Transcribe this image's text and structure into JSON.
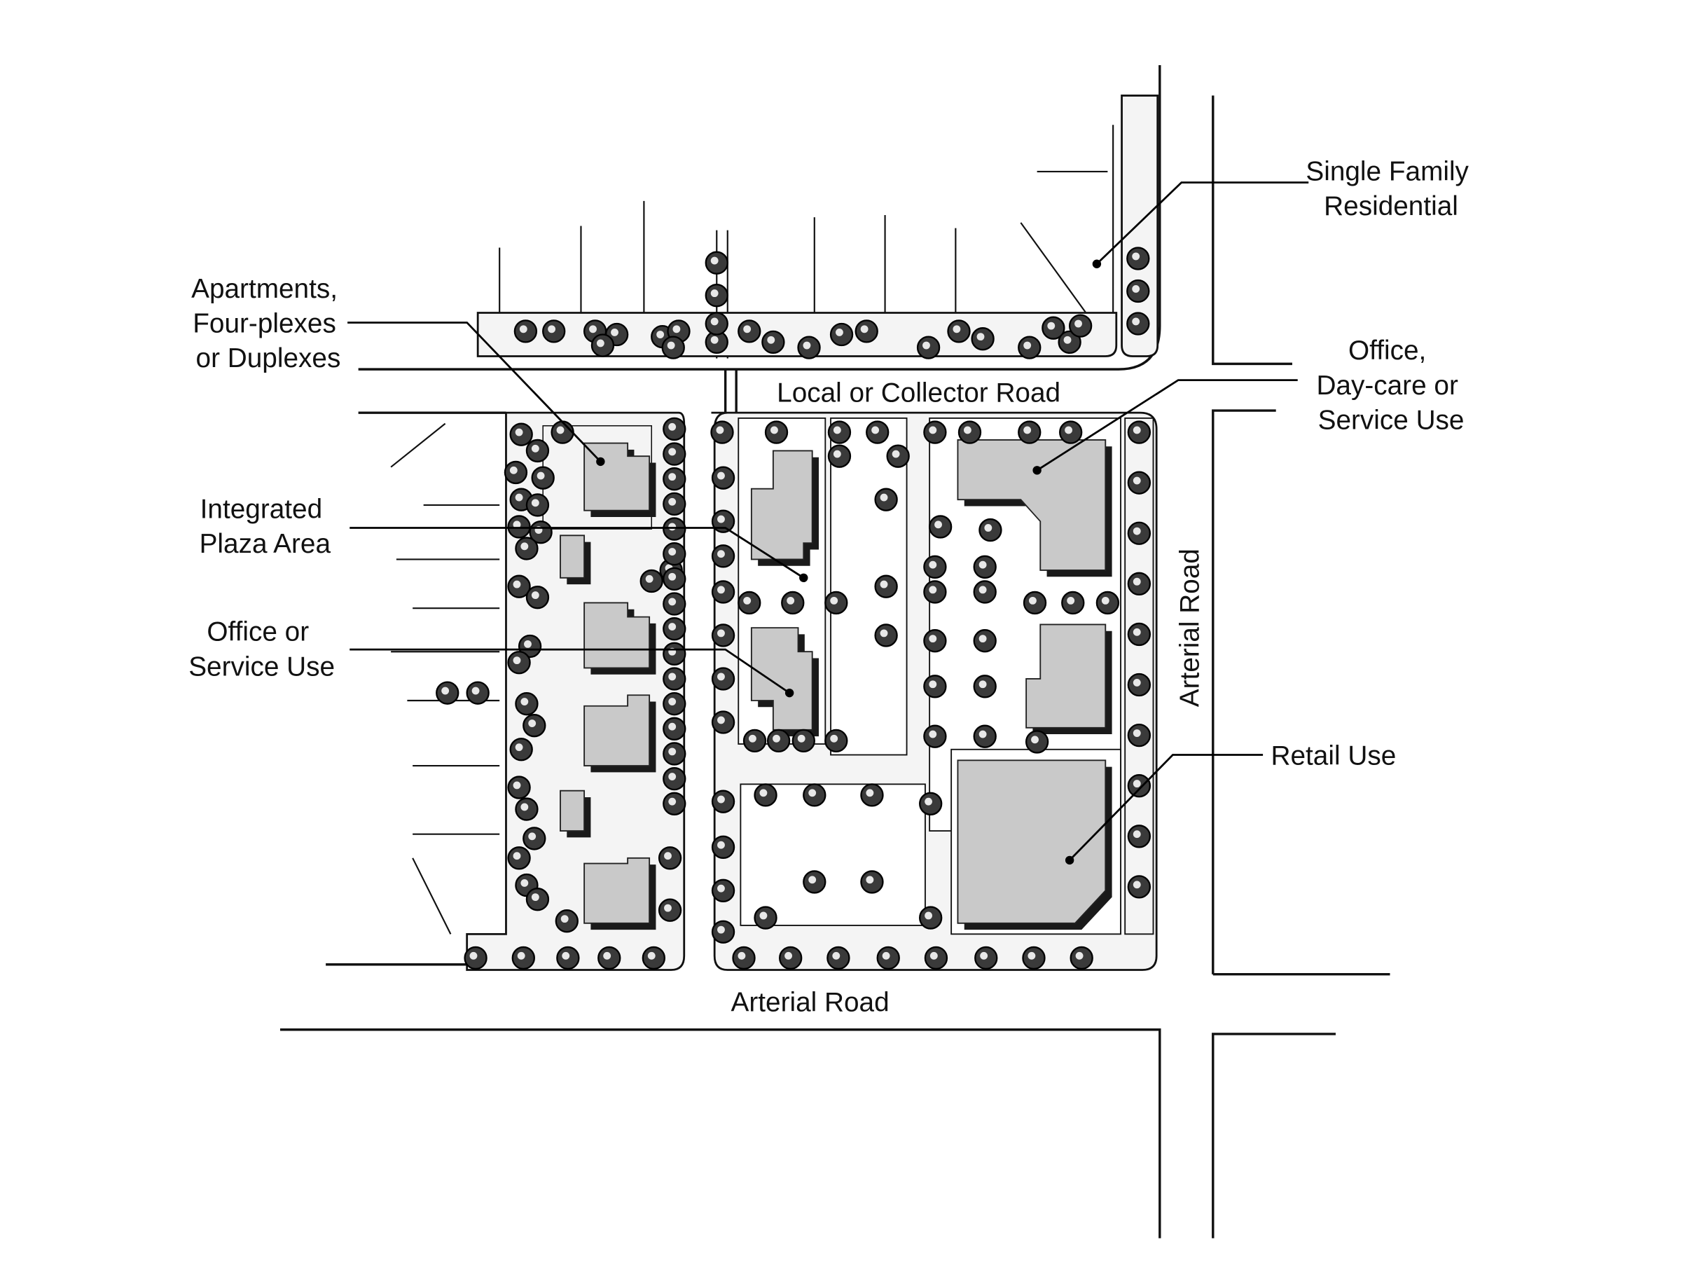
{
  "title": "Mixed-use site plan diagram",
  "labels": {
    "single_family": [
      "Single Family",
      "Residential"
    ],
    "apartments": [
      "Apartments,",
      "Four-plexes",
      "or Duplexes"
    ],
    "plaza": [
      "Integrated",
      "Plaza Area"
    ],
    "office_service": [
      "Office or",
      "Service Use"
    ],
    "office_daycare": [
      "Office,",
      "Day-care or",
      "Service Use"
    ],
    "retail": "Retail Use"
  },
  "roads": {
    "local": "Local or Collector Road",
    "arterial_bottom": "Arterial Road",
    "arterial_right": "Arterial Road"
  },
  "colors": {
    "building": "#c9c9c9",
    "tree": "#3a3a3a",
    "ink": "#111111"
  }
}
